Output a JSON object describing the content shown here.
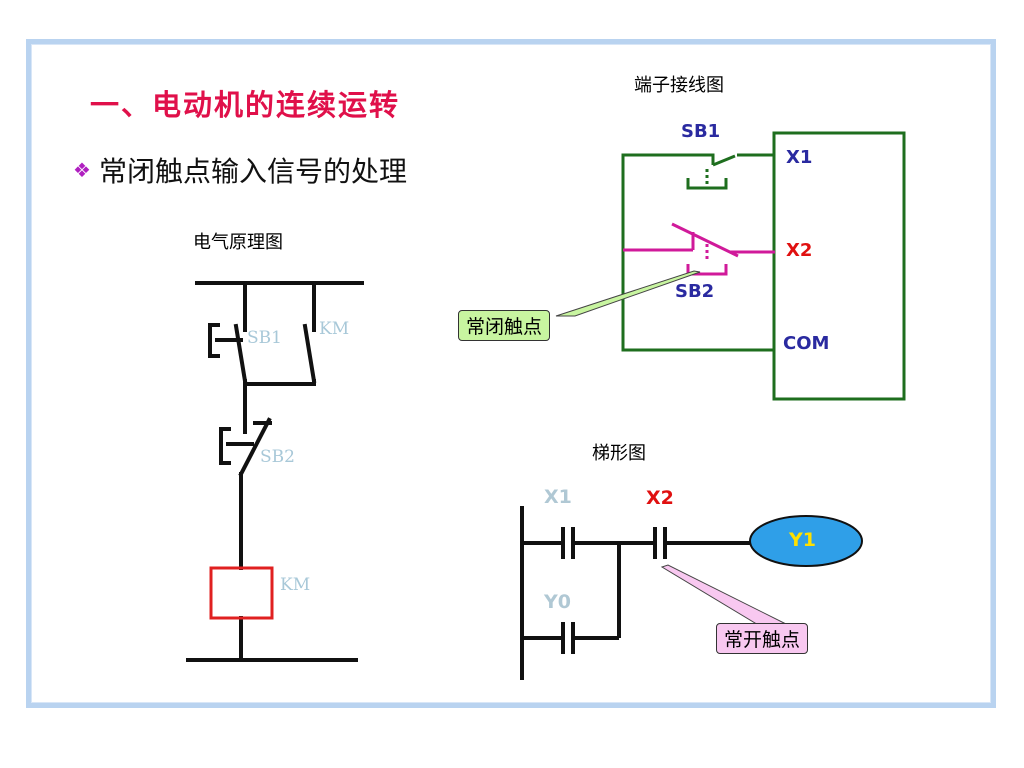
{
  "slide": {
    "title": "一、电动机的连续运转",
    "bullet": "常闭触点输入信号的处理"
  },
  "schematic": {
    "heading": "电气原理图",
    "sb1": "SB1",
    "km_contact": "KM",
    "sb2": "SB2",
    "km_coil": "KM"
  },
  "wiring": {
    "heading": "端子接线图",
    "sb1": "SB1",
    "sb2": "SB2",
    "x1": "X1",
    "x2": "X2",
    "com": "COM",
    "callout": "常闭触点"
  },
  "ladder": {
    "heading": "梯形图",
    "x1": "X1",
    "x2": "X2",
    "y0": "Y0",
    "y1": "Y1",
    "callout": "常开触点"
  },
  "colors": {
    "title": "#e0104a",
    "wire_green": "#1e6e1e",
    "wire_magenta": "#d01a9a",
    "label_blue": "#2a2aa0",
    "x2_red": "#e01010",
    "coil_red": "#e02020",
    "coil_blue": "#2f9fe8",
    "callout_green": "#c8f5a0",
    "callout_pink": "#f8c8f0"
  }
}
